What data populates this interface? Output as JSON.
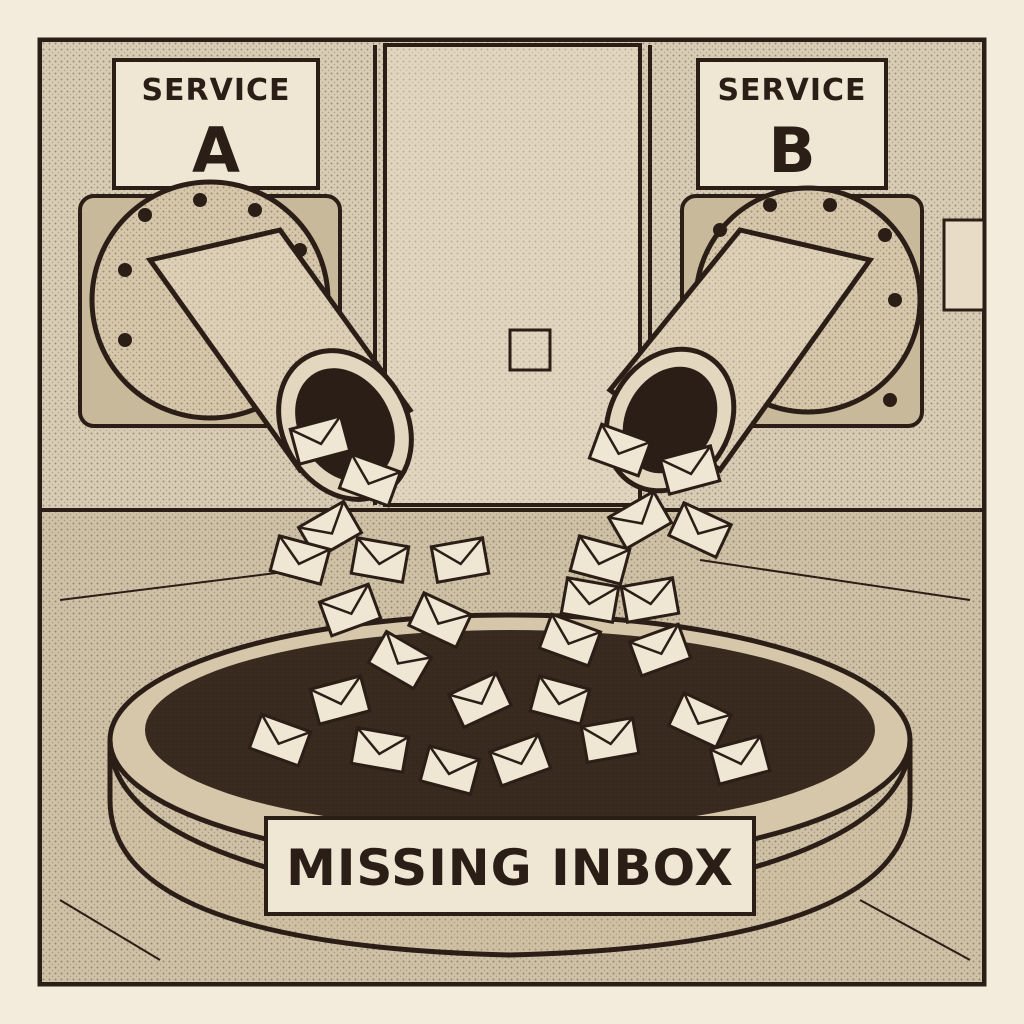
{
  "colors": {
    "paper": "#f3ecdd",
    "ink": "#2b1e16",
    "wall": "#d9ccb4",
    "wall_dark": "#b8a78a",
    "floor": "#cfc1a6",
    "pipe": "#d6c7ab",
    "envelope": "#efe6d4"
  },
  "signs": {
    "service_a": {
      "line1": "SERVICE",
      "line2": "A"
    },
    "service_b": {
      "line1": "SERVICE",
      "line2": "B"
    }
  },
  "inbox": {
    "label": "MISSING INBOX"
  },
  "icons": [
    "pipe-a",
    "pipe-b",
    "envelope",
    "bin"
  ]
}
